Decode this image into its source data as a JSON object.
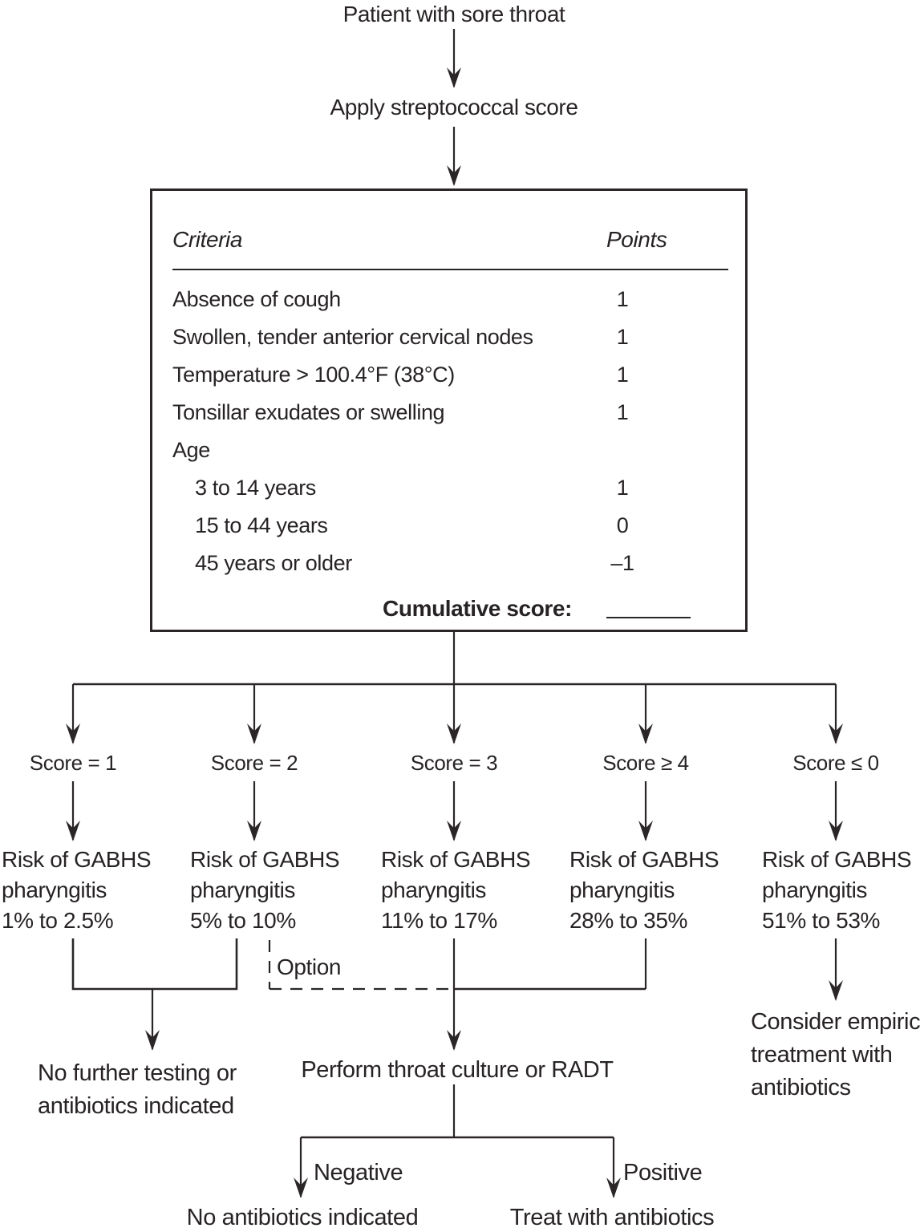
{
  "title": "Patient with sore throat",
  "apply_label": "Apply streptococcal score",
  "score_table": {
    "criteria_header": "Criteria",
    "points_header": "Points",
    "rows": [
      {
        "label": "Absence of cough",
        "points": "1"
      },
      {
        "label": "Swollen, tender anterior cervical nodes",
        "points": "1"
      },
      {
        "label": "Temperature > 100.4°F (38°C)",
        "points": "1"
      },
      {
        "label": "Tonsillar exudates or swelling",
        "points": "1"
      },
      {
        "label": "Age",
        "points": ""
      },
      {
        "label": "3 to 14 years",
        "points": "1"
      },
      {
        "label": "15 to 44 years",
        "points": "0"
      },
      {
        "label": "45 years or older",
        "points": "–1"
      }
    ],
    "cumulative_label": "Cumulative score:"
  },
  "branches": [
    {
      "score_label": "Score = 1",
      "risk_lines": [
        "Risk of GABHS",
        "pharyngitis",
        "1% to 2.5%"
      ]
    },
    {
      "score_label": "Score = 2",
      "risk_lines": [
        "Risk of GABHS",
        "pharyngitis",
        "5% to 10%"
      ]
    },
    {
      "score_label": "Score = 3",
      "risk_lines": [
        "Risk of GABHS",
        "pharyngitis",
        "11% to 17%"
      ]
    },
    {
      "score_label": "Score ≥ 4",
      "risk_lines": [
        "Risk of GABHS",
        "pharyngitis",
        "28% to 35%"
      ]
    },
    {
      "score_label": "Score ≤ 0",
      "risk_lines": [
        "Risk of GABHS",
        "pharyngitis",
        "51% to 53%"
      ]
    }
  ],
  "option_label": "Option",
  "outcomes": {
    "no_testing_lines": [
      "No further testing or",
      "antibiotics indicated"
    ],
    "perform_label": "Perform throat culture or RADT",
    "empiric_lines": [
      "Consider empiric",
      "treatment with",
      "antibiotics"
    ],
    "negative_label": "Negative",
    "positive_label": "Positive",
    "no_antibiotics_label": "No antibiotics indicated",
    "treat_label": "Treat with antibiotics"
  },
  "colors": {
    "text": "#272324",
    "line": "#2a2627",
    "background": "#ffffff"
  }
}
